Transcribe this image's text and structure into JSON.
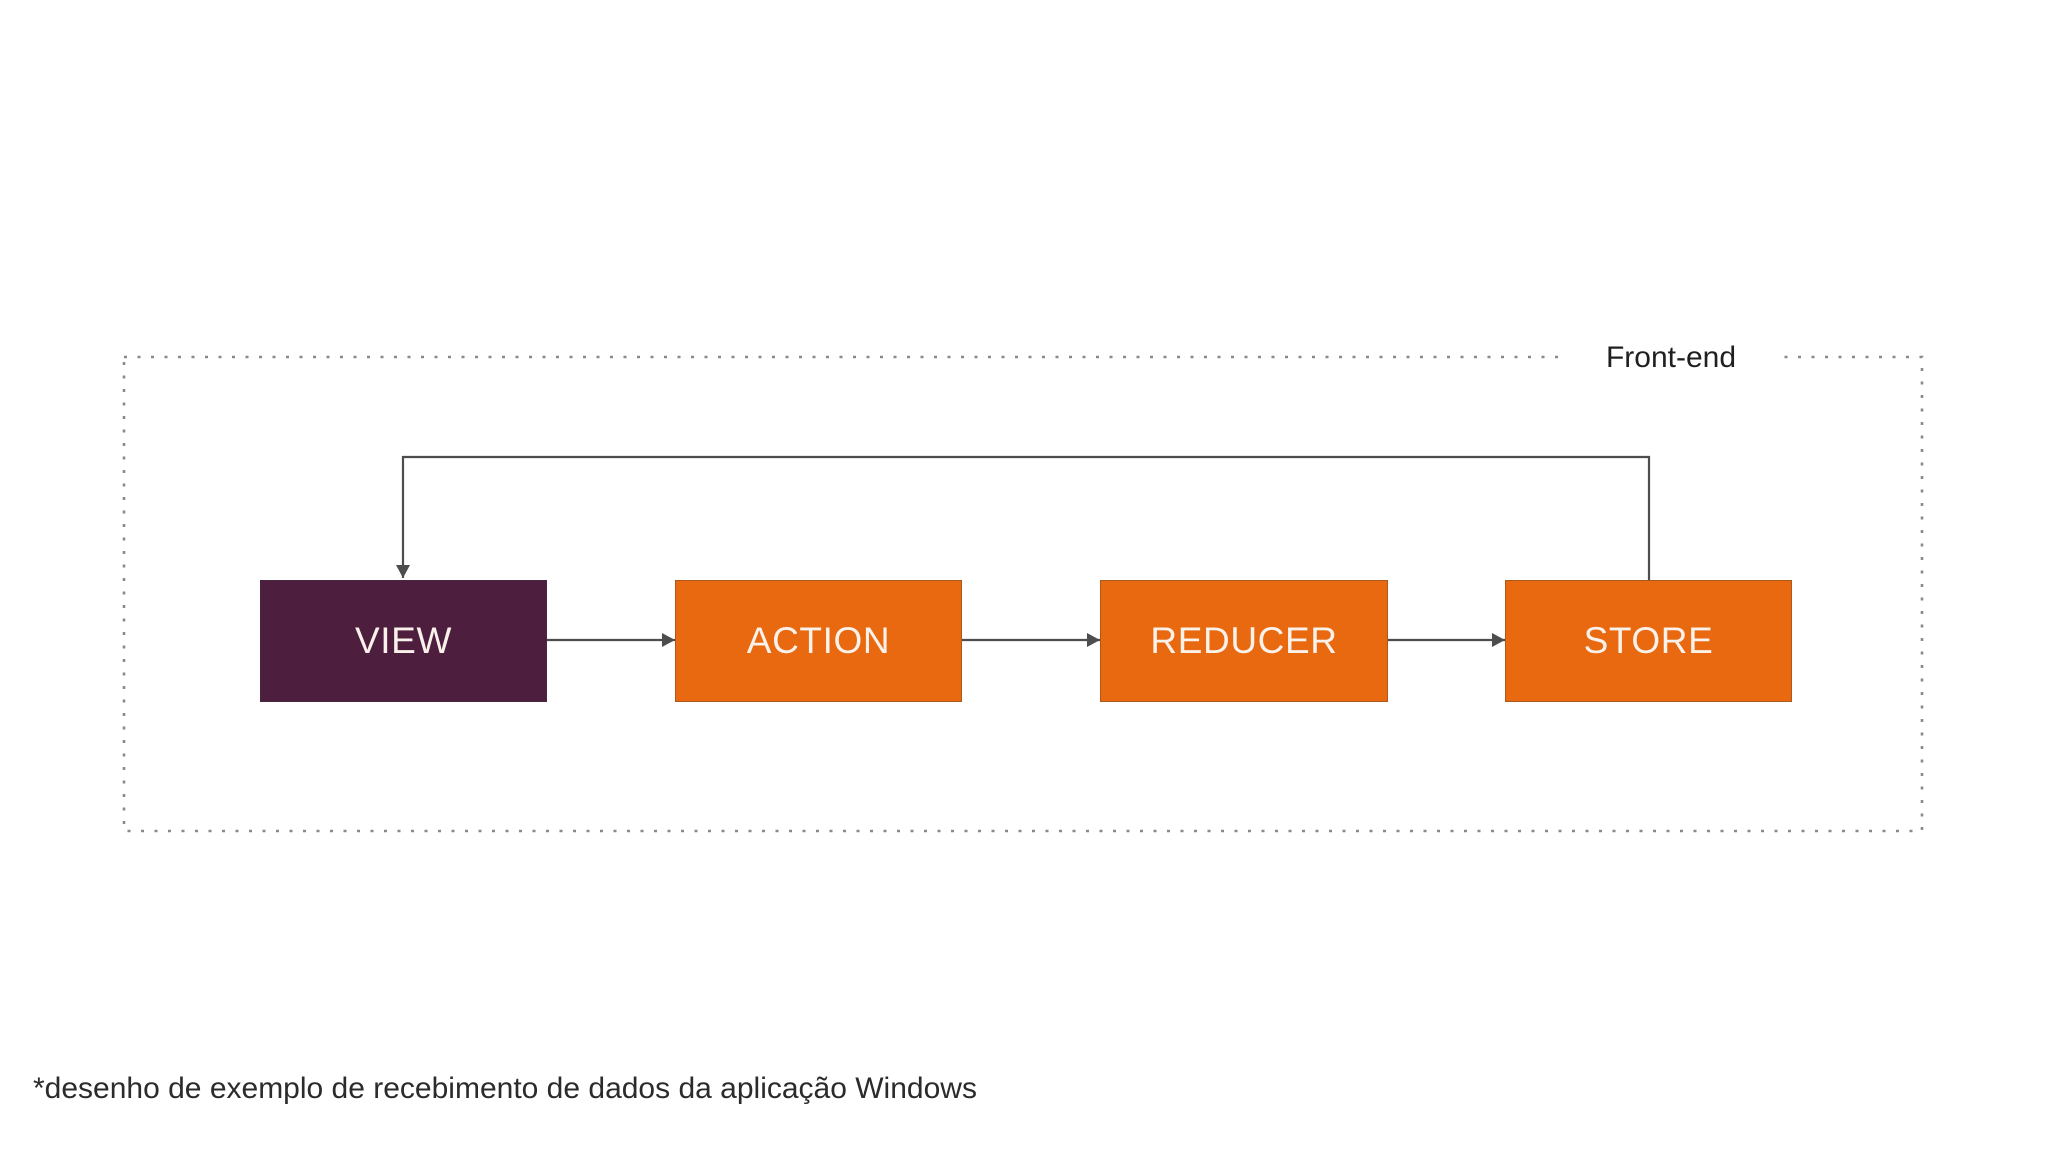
{
  "diagram": {
    "container": {
      "label": "Front-end"
    },
    "nodes": [
      {
        "id": "view",
        "label": "VIEW",
        "fill": "#4E1E3E",
        "text_color": "#F9F1EA"
      },
      {
        "id": "action",
        "label": "ACTION",
        "fill": "#E8690F",
        "text_color": "#F9F1EA"
      },
      {
        "id": "reducer",
        "label": "REDUCER",
        "fill": "#E8690F",
        "text_color": "#F9F1EA"
      },
      {
        "id": "store",
        "label": "STORE",
        "fill": "#E8690F",
        "text_color": "#F9F1EA"
      }
    ],
    "edges": [
      {
        "from": "VIEW",
        "to": "ACTION"
      },
      {
        "from": "ACTION",
        "to": "REDUCER"
      },
      {
        "from": "REDUCER",
        "to": "STORE"
      },
      {
        "from": "STORE",
        "to": "VIEW",
        "note": "feedback loop over the top"
      }
    ],
    "colors": {
      "connector": "#4D4D4D",
      "container_border": "#8A8A8A"
    }
  },
  "caption": "*desenho de exemplo de recebimento de dados da aplicação Windows"
}
